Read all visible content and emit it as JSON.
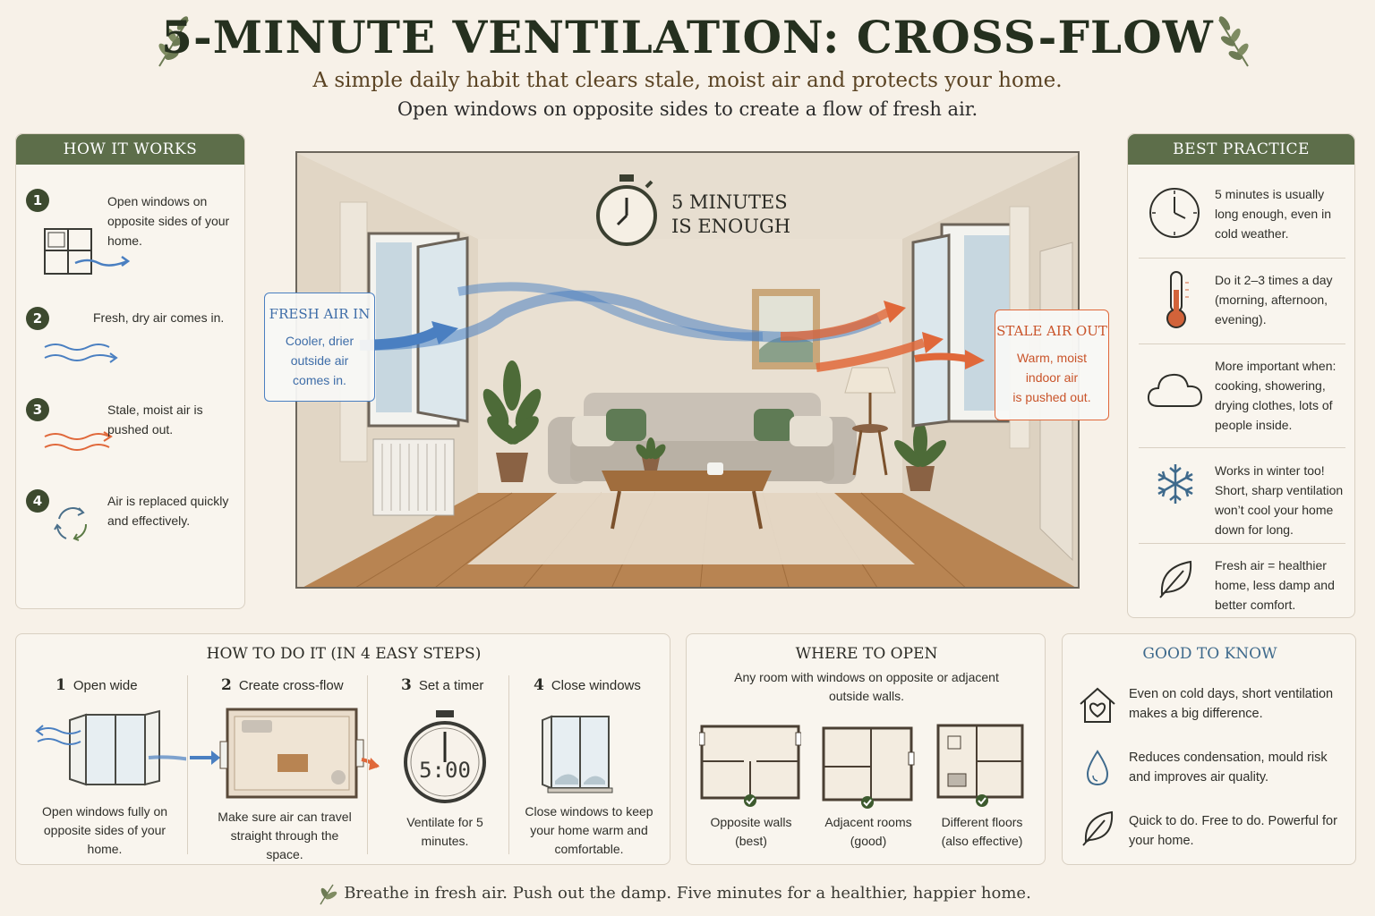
{
  "header": {
    "title": "5-MINUTE VENTILATION: CROSS-FLOW",
    "subtitle": "A simple daily habit that clears stale, moist air and protects your home.",
    "subtitle2": "Open windows on opposite sides to create a flow of fresh air."
  },
  "how_it_works": {
    "heading": "HOW IT WORKS",
    "steps": [
      {
        "num": "1",
        "text": "Open windows on opposite sides of your home.",
        "icon": "window-icon"
      },
      {
        "num": "2",
        "text": "Fresh, dry air comes in.",
        "icon": "blue-wind-icon"
      },
      {
        "num": "3",
        "text": "Stale, moist air is pushed out.",
        "icon": "orange-wind-icon"
      },
      {
        "num": "4",
        "text": "Air is replaced quickly and effectively.",
        "icon": "cycle-arrows-icon"
      }
    ]
  },
  "scene": {
    "timer_label_1": "5 MINUTES",
    "timer_label_2": "IS ENOUGH",
    "fresh_title": "FRESH AIR IN",
    "fresh_body_1": "Cooler, drier",
    "fresh_body_2": "outside air",
    "fresh_body_3": "comes in.",
    "stale_title": "STALE AIR OUT",
    "stale_body_1": "Warm, moist",
    "stale_body_2": "indoor air",
    "stale_body_3": "is pushed out."
  },
  "best_practice": {
    "heading": "BEST PRACTICE",
    "items": [
      {
        "icon": "clock-icon",
        "text": "5 minutes is usually long enough, even in cold weather."
      },
      {
        "icon": "thermometer-icon",
        "text": "Do it 2–3 times a day (morning, afternoon, evening)."
      },
      {
        "icon": "cloud-icon",
        "text": "More important when: cooking, showering, drying clothes, lots of people inside."
      },
      {
        "icon": "snowflake-icon",
        "text": "Works in winter too! Short, sharp ventilation won’t cool your home down for long."
      },
      {
        "icon": "leaf-icon",
        "text": "Fresh air = healthier home, less damp and better comfort."
      }
    ]
  },
  "steps": {
    "heading": "HOW TO DO IT (IN 4 EASY STEPS)",
    "items": [
      {
        "num": "1",
        "title": "Open wide",
        "caption": "Open windows fully on opposite sides of your home."
      },
      {
        "num": "2",
        "title": "Create cross-flow",
        "caption": "Make sure air can travel straight through the space."
      },
      {
        "num": "3",
        "title": "Set a timer",
        "caption": "Ventilate for 5 minutes."
      },
      {
        "num": "4",
        "title": "Close windows",
        "caption": "Close windows to keep your home warm and comfortable."
      }
    ],
    "timer_display": "5:00"
  },
  "where": {
    "heading": "WHERE TO OPEN",
    "intro": "Any room with windows on opposite or adjacent outside walls.",
    "options": [
      {
        "label": "Opposite walls",
        "note": "(best)"
      },
      {
        "label": "Adjacent rooms",
        "note": "(good)"
      },
      {
        "label": "Different floors",
        "note": "(also effective)"
      }
    ]
  },
  "good_to_know": {
    "heading": "GOOD TO KNOW",
    "items": [
      {
        "icon": "house-heart-icon",
        "text": "Even on cold days, short ventilation makes a big difference."
      },
      {
        "icon": "water-drop-icon",
        "text": "Reduces condensation, mould risk and improves air quality."
      },
      {
        "icon": "leaf-icon",
        "text": "Quick to do. Free to do. Powerful for your home."
      }
    ]
  },
  "footer": "Breathe in fresh air. Push out the damp. Five minutes for a healthier, happier home.",
  "colors": {
    "panel_header": "#5d6e4a",
    "fresh_air": "#4a7fc1",
    "stale_air": "#e0683a",
    "good_to_know_heading": "#3f6a8c"
  }
}
